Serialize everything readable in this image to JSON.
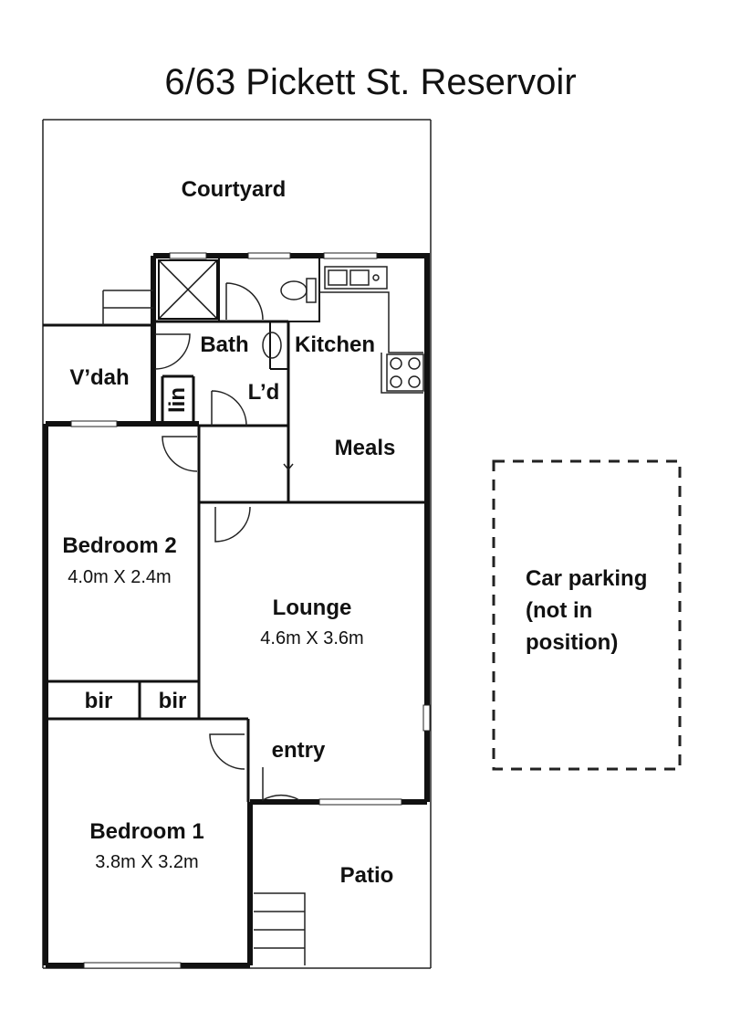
{
  "title": "6/63 Pickett St. Reservoir",
  "rooms": {
    "courtyard": "Courtyard",
    "bath": "Bath",
    "kitchen": "Kitchen",
    "vdah": "V’dah",
    "lin": "lin",
    "laundry": "L’d",
    "meals": "Meals",
    "bedroom2": {
      "name": "Bedroom 2",
      "size": "4.0m X 2.4m"
    },
    "lounge": {
      "name": "Lounge",
      "size": "4.6m X 3.6m"
    },
    "bir_left": "bir",
    "bir_right": "bir",
    "entry": "entry",
    "bedroom1": {
      "name": "Bedroom 1",
      "size": "3.8m X 3.2m"
    },
    "patio": "Patio"
  },
  "car_parking": {
    "line1": "Car parking",
    "line2": "(not in",
    "line3": "position)"
  }
}
